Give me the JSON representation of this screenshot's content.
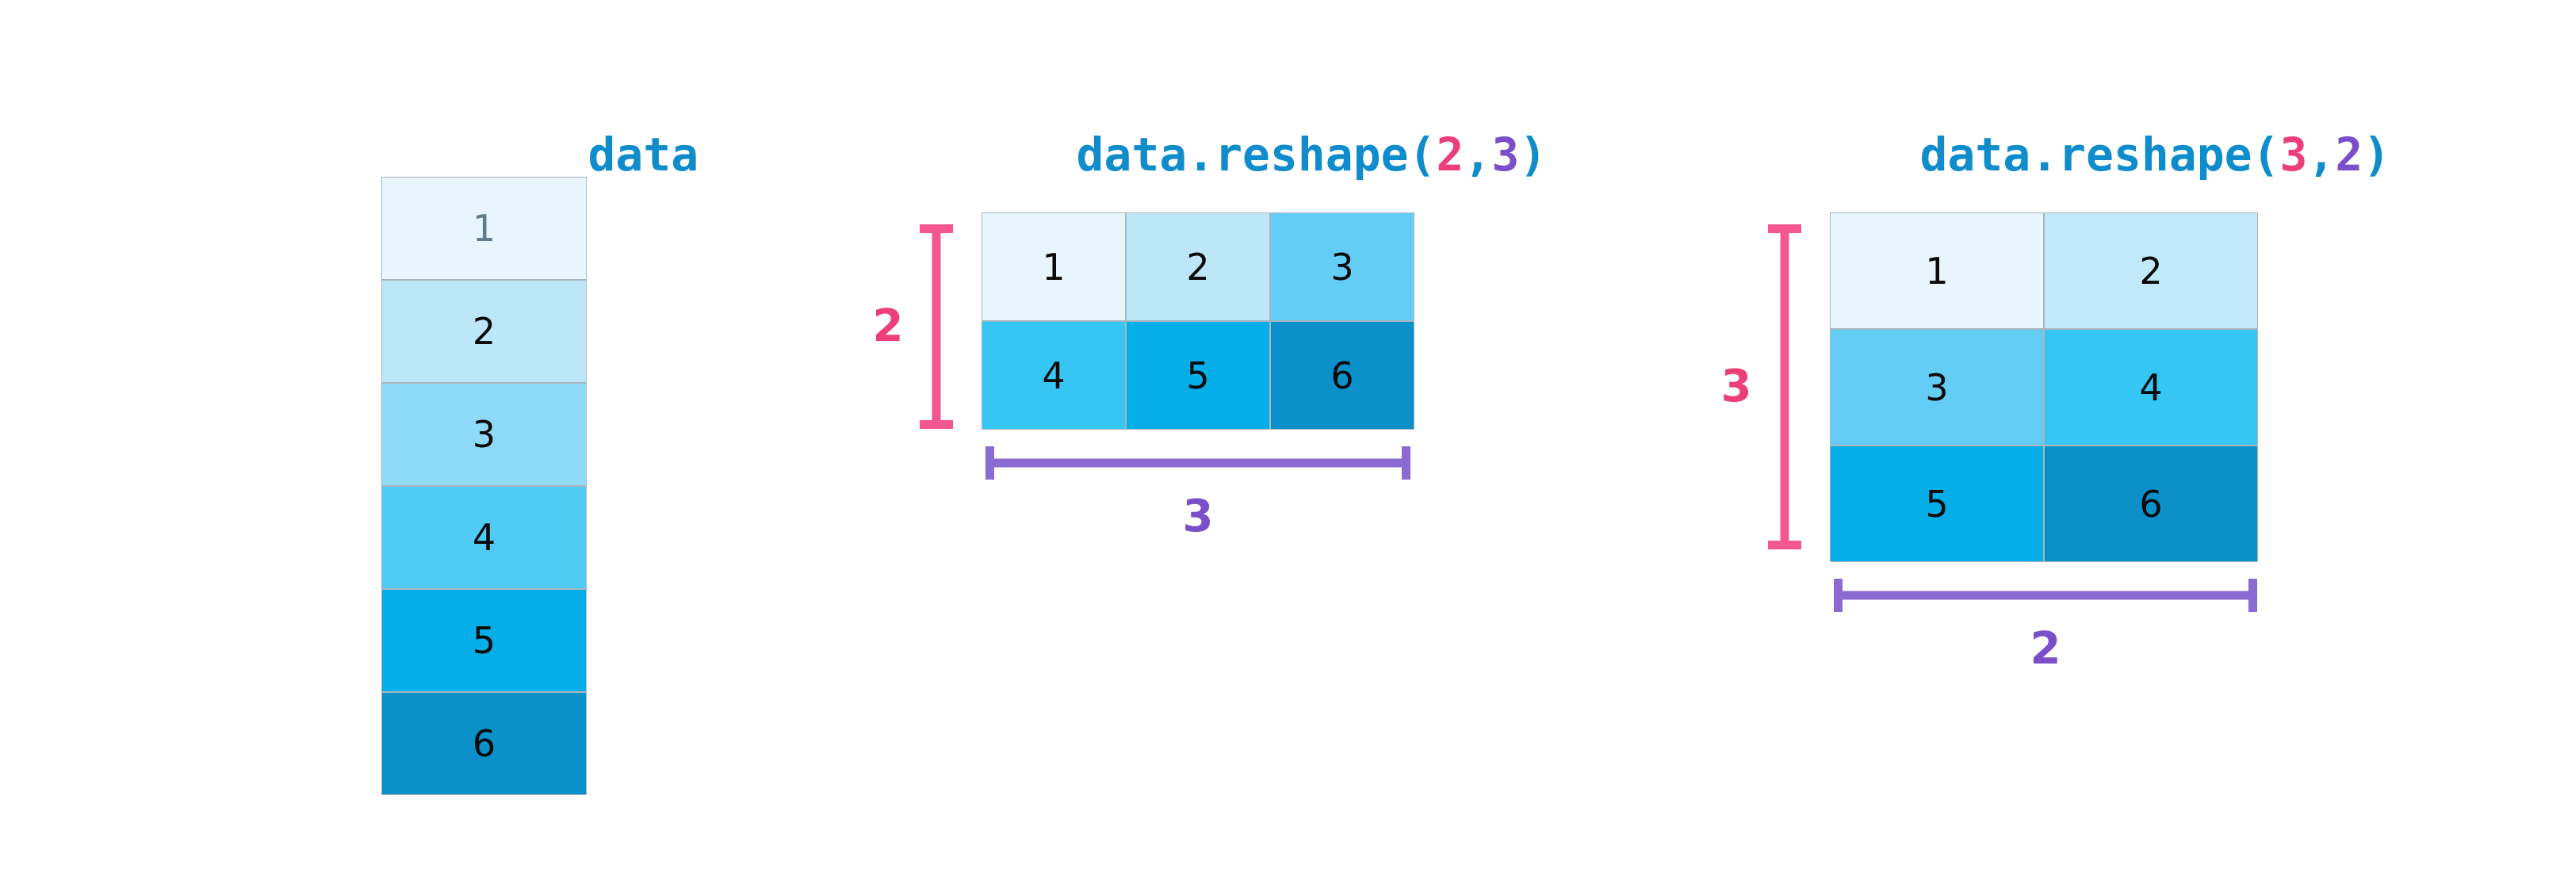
{
  "figures": [
    {
      "id": "data-column",
      "title": {
        "prefix": "data",
        "open": "",
        "rows": "",
        "comma": "",
        "cols": "",
        "close": ""
      },
      "shape": {
        "rows": 6,
        "cols": 1
      },
      "cells": [
        {
          "value": "1",
          "shade": "#e8f5fc",
          "muted": true
        },
        {
          "value": "2",
          "shade": "#bde7f9",
          "muted": false
        },
        {
          "value": "3",
          "shade": "#8fdaf8",
          "muted": false
        },
        {
          "value": "4",
          "shade": "#4fcbf4",
          "muted": false
        },
        {
          "value": "5",
          "shade": "#06aee8",
          "muted": false
        },
        {
          "value": "6",
          "shade": "#0b90ca",
          "muted": false
        }
      ],
      "row_bracket_label": "",
      "col_bracket_label": ""
    },
    {
      "id": "reshape-2-3",
      "title": {
        "prefix": "data.reshape",
        "open": "(",
        "rows": "2",
        "comma": ",",
        "cols": "3",
        "close": ")"
      },
      "shape": {
        "rows": 2,
        "cols": 3
      },
      "cells": [
        {
          "value": "1",
          "shade": "#e8f5fc",
          "muted": false
        },
        {
          "value": "2",
          "shade": "#bde7f9",
          "muted": false
        },
        {
          "value": "3",
          "shade": "#64cdf5",
          "muted": false
        },
        {
          "value": "4",
          "shade": "#35c6f4",
          "muted": false
        },
        {
          "value": "5",
          "shade": "#06aee8",
          "muted": false
        },
        {
          "value": "6",
          "shade": "#0b90ca",
          "muted": false
        }
      ],
      "row_bracket_label": "2",
      "col_bracket_label": "3"
    },
    {
      "id": "reshape-3-2",
      "title": {
        "prefix": "data.reshape",
        "open": "(",
        "rows": "3",
        "comma": ",",
        "cols": "2",
        "close": ")"
      },
      "shape": {
        "rows": 3,
        "cols": 2
      },
      "cells": [
        {
          "value": "1",
          "shade": "#e8f5fc",
          "muted": false
        },
        {
          "value": "2",
          "shade": "#c2e9f9",
          "muted": false
        },
        {
          "value": "3",
          "shade": "#64cdf5",
          "muted": false
        },
        {
          "value": "4",
          "shade": "#35c6f4",
          "muted": false
        },
        {
          "value": "5",
          "shade": "#06aee8",
          "muted": false
        },
        {
          "value": "6",
          "shade": "#0b90ca",
          "muted": false
        }
      ],
      "row_bracket_label": "3",
      "col_bracket_label": "2"
    }
  ],
  "colors": {
    "title_blue": "#0f8ccc",
    "rows_pink": "#ec3f77",
    "cols_purple": "#7b4fc9",
    "bracket_pink": "#f4578f",
    "bracket_purple": "#8b6ad2",
    "cell_border": "#a8b6bd",
    "muted_number": "#5f7c8c",
    "number": "#0a0a0a",
    "background": "#ffffff"
  },
  "chart_data": {
    "type": "table",
    "title": "NumPy reshape illustration",
    "source_array": [
      1,
      2,
      3,
      4,
      5,
      6
    ],
    "panels": [
      {
        "label": "data",
        "shape": [
          6,
          1
        ],
        "values": [
          [
            1
          ],
          [
            2
          ],
          [
            3
          ],
          [
            4
          ],
          [
            5
          ],
          [
            6
          ]
        ]
      },
      {
        "label": "data.reshape(2,3)",
        "shape": [
          2,
          3
        ],
        "values": [
          [
            1,
            2,
            3
          ],
          [
            4,
            5,
            6
          ]
        ]
      },
      {
        "label": "data.reshape(3,2)",
        "shape": [
          3,
          2
        ],
        "values": [
          [
            1,
            2
          ],
          [
            3,
            4
          ],
          [
            5,
            6
          ]
        ]
      }
    ]
  }
}
